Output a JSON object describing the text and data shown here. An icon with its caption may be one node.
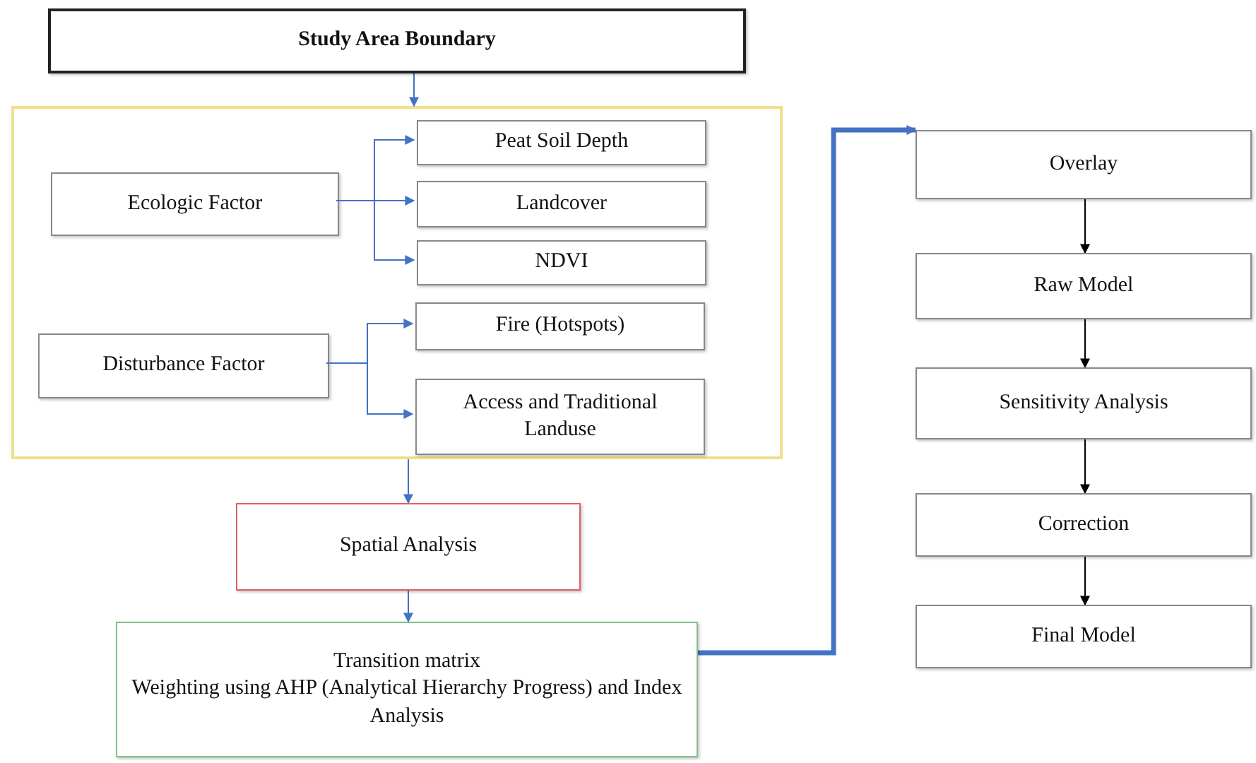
{
  "diagram": {
    "nodes": [
      {
        "text": [
          "Study Area Boundary"
        ]
      },
      {
        "text": [],
        "shape": "box"
      },
      {
        "text": [
          "Ecologic Factor"
        ],
        "in": 1
      },
      {
        "text": [
          "Peat Soil Depth"
        ],
        "in": 1
      },
      {
        "text": [
          "Landcover"
        ],
        "in": 1
      },
      {
        "text": [
          "NDVI"
        ],
        "in": 1
      },
      {
        "text": [
          "Disturbance Factor"
        ],
        "in": 1
      },
      {
        "text": [
          "Fire (Hotspots)"
        ],
        "in": 1
      },
      {
        "text": [
          "Access and Traditional Landuse"
        ],
        "in": 1
      },
      {
        "text": [
          "Spatial Analysis"
        ]
      },
      {
        "text": [
          "Transition matrix",
          "Weighting using AHP (Analytical Hierarchy Progress) and Index Analysis"
        ]
      },
      {
        "text": [
          "Overlay"
        ]
      },
      {
        "text": [
          "Raw Model"
        ]
      },
      {
        "text": [
          "Sensitivity Analysis"
        ]
      },
      {
        "text": [
          "Correction"
        ]
      },
      {
        "text": [
          "Final Model"
        ]
      }
    ],
    "edges": [
      {
        "from": 0,
        "to": 1,
        "arrow": "to"
      },
      {
        "from": 2,
        "to": 3,
        "arrow": "to"
      },
      {
        "from": 2,
        "to": 4,
        "arrow": "to"
      },
      {
        "from": 2,
        "to": 5,
        "arrow": "to"
      },
      {
        "from": 6,
        "to": 7,
        "arrow": "to"
      },
      {
        "from": 6,
        "to": 8,
        "arrow": "to"
      },
      {
        "from": 1,
        "to": 9,
        "arrow": "to"
      },
      {
        "from": 9,
        "to": 10,
        "arrow": "to"
      },
      {
        "from": 10,
        "to": 11,
        "arrow": "to",
        "style": "thick"
      },
      {
        "from": 11,
        "to": 12,
        "arrow": "to",
        "color": "#000000"
      },
      {
        "from": 12,
        "to": 13,
        "arrow": "to",
        "color": "#000000"
      },
      {
        "from": 13,
        "to": 14,
        "arrow": "to",
        "color": "#000000"
      },
      {
        "from": 14,
        "to": 15,
        "arrow": "to",
        "color": "#000000"
      }
    ]
  }
}
